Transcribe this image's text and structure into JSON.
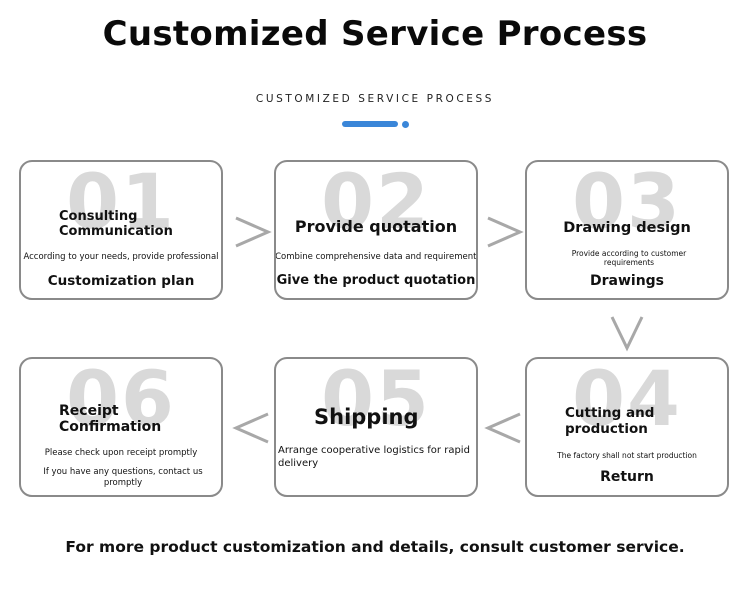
{
  "title": "Customized Service Process",
  "subtitle": "CUSTOMIZED SERVICE PROCESS",
  "colors": {
    "accent": "#3a86d8",
    "card_border": "#8a8a8a",
    "watermark_number": "#d9d9d9",
    "arrow": "#a8a8a8"
  },
  "steps": [
    {
      "number": "01",
      "title": "Consulting Communication",
      "desc": "According to your needs, provide professional",
      "footer": "Customization plan"
    },
    {
      "number": "02",
      "title": "Provide quotation",
      "desc": "Combine comprehensive data and requirements",
      "footer": "Give the product quotation"
    },
    {
      "number": "03",
      "title": "Drawing design",
      "desc": "Provide according to customer requirements",
      "footer": "Drawings"
    },
    {
      "number": "04",
      "title": "Cutting and production",
      "desc": "The factory shall not start production",
      "footer": "Return"
    },
    {
      "number": "05",
      "title": "Shipping",
      "desc": "Arrange cooperative logistics for rapid delivery",
      "footer": ""
    },
    {
      "number": "06",
      "title": "Receipt Confirmation",
      "desc": "Please check upon receipt promptly",
      "footer": "If you have any questions, contact us promptly"
    }
  ],
  "arrows": [
    "chevron-right-icon",
    "chevron-right-icon",
    "chevron-down-icon",
    "chevron-left-icon",
    "chevron-left-icon"
  ],
  "footer_text": "For more product customization and details, consult customer service."
}
